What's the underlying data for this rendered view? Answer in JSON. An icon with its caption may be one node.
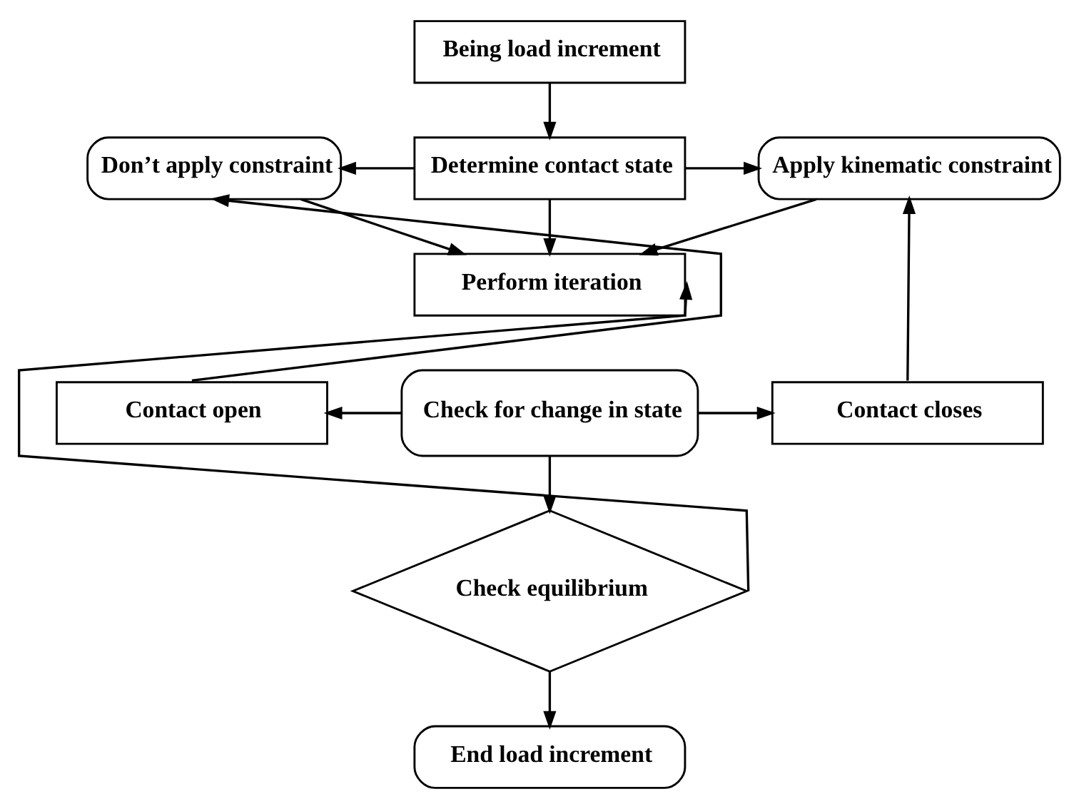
{
  "diagram": {
    "nodes": [
      {
        "text": [
          "Being load increment"
        ]
      },
      {
        "text": [
          "Don’t apply constraint"
        ]
      },
      {
        "text": [
          "Determine contact state"
        ]
      },
      {
        "text": [
          "Apply kinematic constraint"
        ]
      },
      {
        "text": [
          "Perform iteration"
        ]
      },
      {
        "text": [
          "Contact open"
        ]
      },
      {
        "text": [
          "Check for change in state"
        ]
      },
      {
        "text": [
          "Contact closes"
        ]
      },
      {
        "text": [
          "Check equilibrium"
        ]
      },
      {
        "text": [
          "End load increment"
        ]
      }
    ],
    "edges": [
      {
        "from": 0,
        "to": 2,
        "arrow": "to"
      },
      {
        "from": 2,
        "to": 1,
        "arrow": "to"
      },
      {
        "from": 2,
        "to": 3,
        "arrow": "to"
      },
      {
        "from": 2,
        "to": 4,
        "arrow": "to"
      },
      {
        "from": 1,
        "to": 4,
        "arrow": "to"
      },
      {
        "from": 3,
        "to": 4,
        "arrow": "to"
      },
      {
        "from": 8,
        "to": 4,
        "arrow": "to"
      },
      {
        "from": 6,
        "to": 5,
        "arrow": "to"
      },
      {
        "from": 6,
        "to": 7,
        "arrow": "to"
      },
      {
        "from": 5,
        "to": 1,
        "arrow": "to"
      },
      {
        "from": 7,
        "to": 3,
        "arrow": "to"
      },
      {
        "from": 6,
        "to": 8,
        "arrow": "to"
      },
      {
        "from": 8,
        "to": 9,
        "arrow": "to"
      }
    ]
  }
}
